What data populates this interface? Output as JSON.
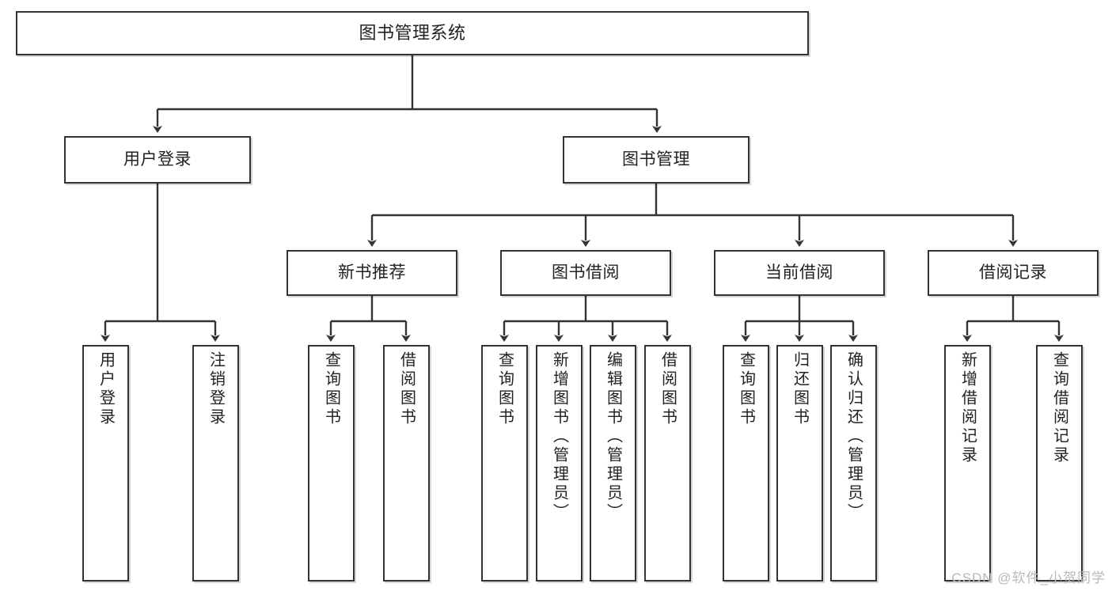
{
  "diagram": {
    "title": "图书管理系统",
    "type": "tree-hierarchy-flowchart",
    "line_color": "#333333",
    "box_fill": "#ffffff",
    "text_color": "#222222",
    "nodes": {
      "root": {
        "label": "图书管理系统"
      },
      "l2": [
        {
          "label": "用户登录"
        },
        {
          "label": "图书管理"
        }
      ],
      "l3": [
        {
          "label": "新书推荐"
        },
        {
          "label": "图书借阅"
        },
        {
          "label": "当前借阅"
        },
        {
          "label": "借阅记录"
        }
      ],
      "leaves": {
        "user_login": [
          {
            "label": "用户登录"
          },
          {
            "label": "注销登录"
          }
        ],
        "new_book": [
          {
            "label": "查询图书"
          },
          {
            "label": "借阅图书"
          }
        ],
        "borrow_book": [
          {
            "label": "查询图书"
          },
          {
            "label": "新增图书（管理员）"
          },
          {
            "label": "编辑图书（管理员）"
          },
          {
            "label": "借阅图书"
          }
        ],
        "current_borrow": [
          {
            "label": "查询图书"
          },
          {
            "label": "归还图书"
          },
          {
            "label": "确认归还（管理员）"
          }
        ],
        "borrow_record": [
          {
            "label": "新增借阅记录"
          },
          {
            "label": "查询借阅记录"
          }
        ]
      }
    }
  },
  "watermark": {
    "text": "CSDN @软件_小贺同学"
  }
}
